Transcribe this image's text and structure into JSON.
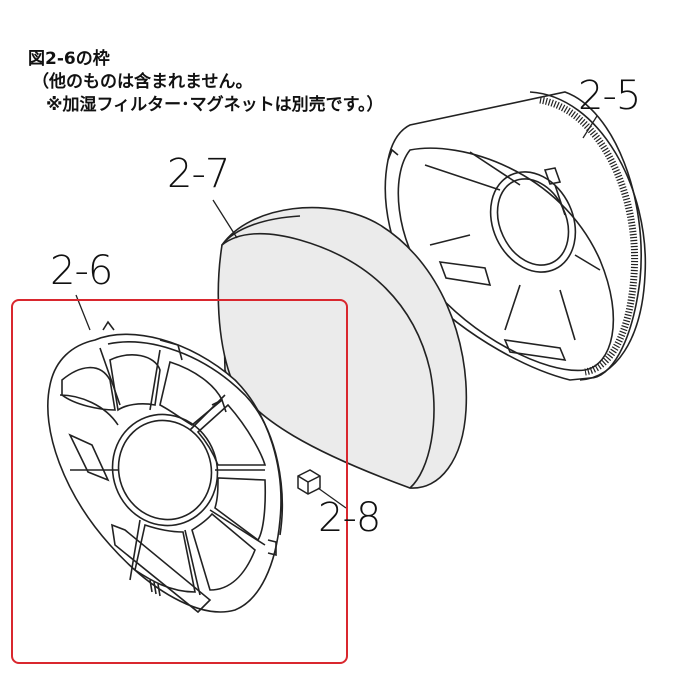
{
  "caption": {
    "line1": "図2-6の枠",
    "line2": "（他のものは含まれません。",
    "line3": "※加湿フィルター･マグネットは別売です。）"
  },
  "callouts": {
    "frame_2_5": "2-5",
    "filter_2_7": "2-7",
    "frame_2_6": "2-6",
    "magnet_2_8": "2-8"
  },
  "colors": {
    "highlight": "#d9272e",
    "filter_fill": "#ebebeb",
    "line": "#222222"
  }
}
